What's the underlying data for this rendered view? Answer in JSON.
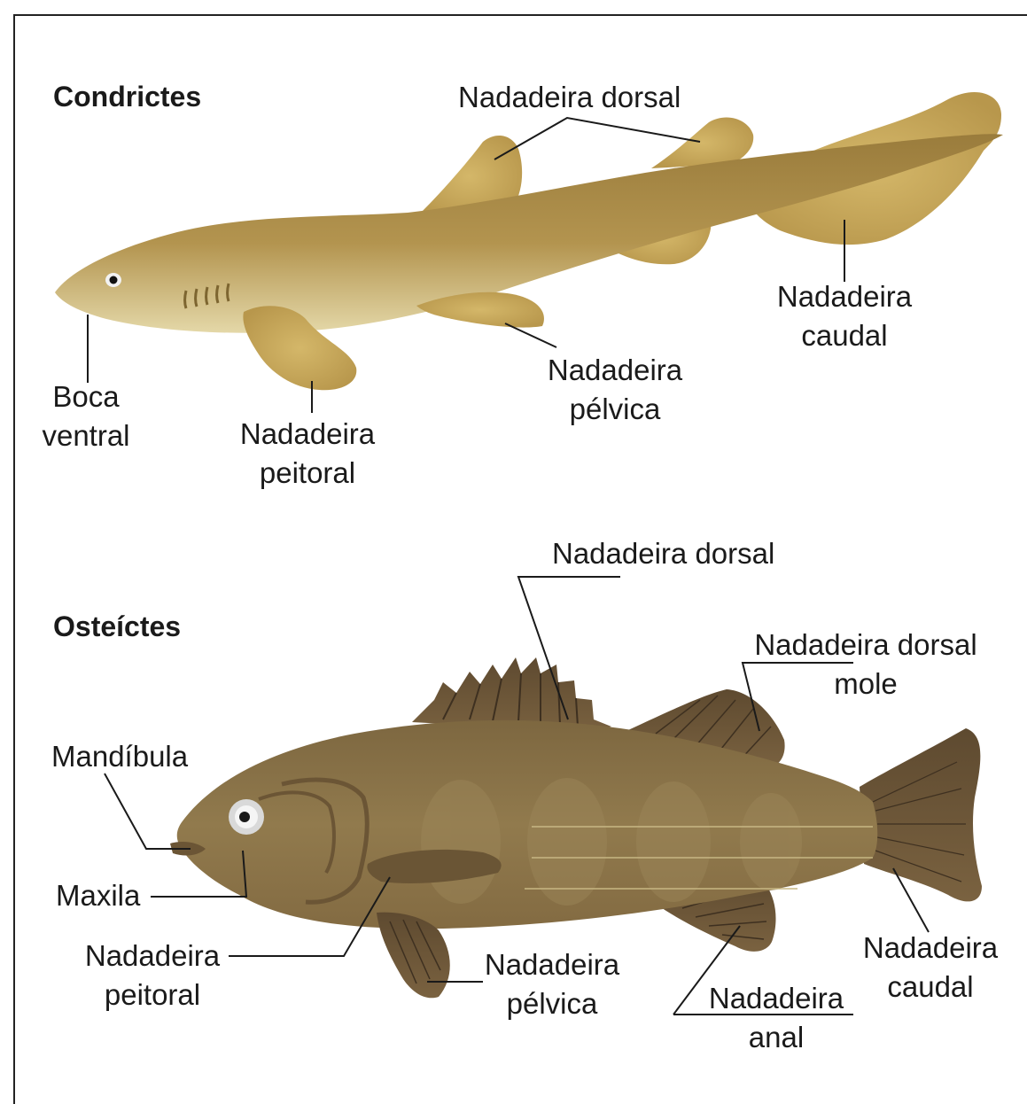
{
  "sections": {
    "top": {
      "title": "Condrictes",
      "labels": {
        "dorsal": "Nadadeira dorsal",
        "caudal": [
          "Nadadeira",
          "caudal"
        ],
        "mouth": [
          "Boca",
          "ventral"
        ],
        "pectoral": [
          "Nadadeira",
          "peitoral"
        ],
        "pelvic": [
          "Nadadeira",
          "pélvica"
        ]
      }
    },
    "bottom": {
      "title": "Osteíctes",
      "labels": {
        "dorsal": "Nadadeira dorsal",
        "soft_dorsal": [
          "Nadadeira dorsal",
          "mole"
        ],
        "mandible": "Mandíbula",
        "maxilla": "Maxila",
        "pectoral": [
          "Nadadeira",
          "peitoral"
        ],
        "pelvic": [
          "Nadadeira",
          "pélvica"
        ],
        "anal": [
          "Nadadeira",
          "anal"
        ],
        "caudal": [
          "Nadadeira",
          "caudal"
        ]
      }
    }
  },
  "colors": {
    "shark_body": "#a88a48",
    "shark_fin": "#c9ab5e",
    "shark_belly": "#e2d6a6",
    "fish_body": "#8c7448",
    "fish_fin": "#6b5536",
    "line": "#1a1a1a"
  }
}
